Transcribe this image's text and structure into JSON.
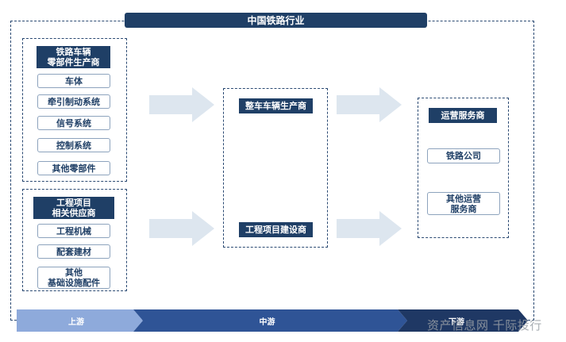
{
  "title": "中国铁路行业",
  "upstream_groups": [
    {
      "header": "铁路车辆\n零部件生产商",
      "items": [
        "车体",
        "牵引制动系统",
        "信号系统",
        "控制系统",
        "其他零部件"
      ]
    },
    {
      "header": "工程项目\n相关供应商",
      "items": [
        "工程机械",
        "配套建材",
        "其他\n基础设施配件"
      ]
    }
  ],
  "midstream": {
    "items": [
      "整车车辆生产商",
      "工程项目建设商"
    ]
  },
  "downstream": {
    "header": "运营服务商",
    "items": [
      "铁路公司",
      "其他运营\n服务商"
    ]
  },
  "stages": [
    {
      "label": "上游",
      "color": "#8eaadb"
    },
    {
      "label": "中游",
      "color": "#2f5496"
    },
    {
      "label": "下游",
      "color": "#1f3864"
    }
  ],
  "colors": {
    "navy": "#1f3f66",
    "arrow": "#dde6ef"
  },
  "watermark": "资产信息网 千际投行"
}
